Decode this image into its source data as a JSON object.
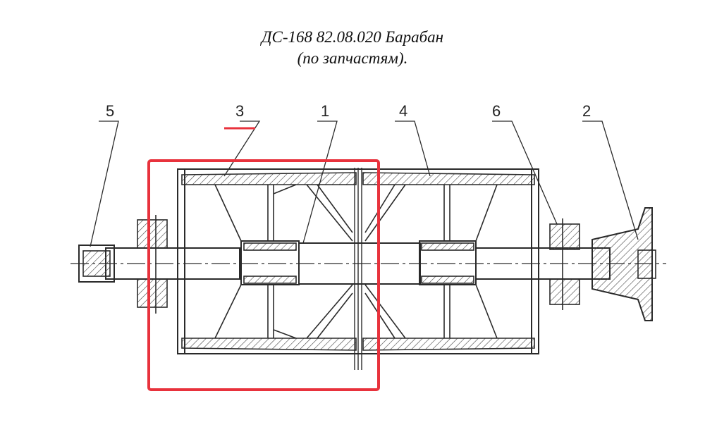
{
  "title": {
    "line1": "ДС-168 82.08.020 Барабан",
    "line2": "(по запчастям)."
  },
  "callouts": [
    "5",
    "3",
    "1",
    "4",
    "6",
    "2"
  ],
  "highlight": {
    "color": "#e8323c",
    "target_part": "3"
  },
  "drawing": {
    "line_color": "#2a2a2a"
  }
}
